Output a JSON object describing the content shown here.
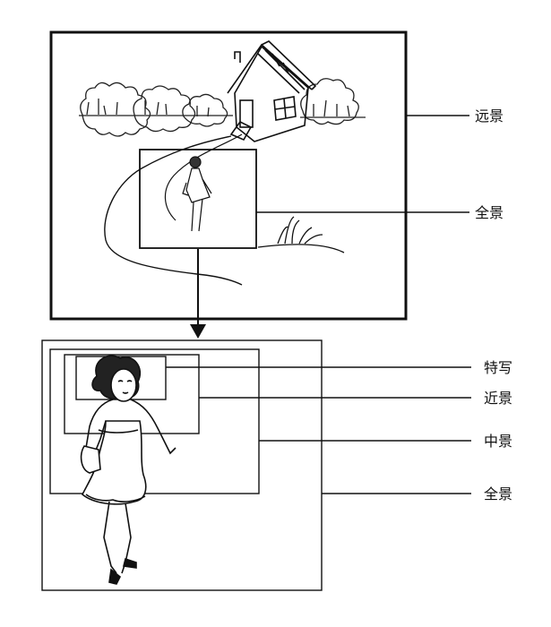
{
  "labels": {
    "far_shot": "远景",
    "full_shot_top": "全景",
    "close_up": "特写",
    "close_shot": "近景",
    "medium_shot": "中景",
    "full_shot_bottom": "全景"
  },
  "colors": {
    "line": "#111111",
    "background": "#ffffff"
  },
  "icons": [
    "house-sketch",
    "trees-sketch",
    "woman-figure-sketch",
    "grass-tuft-sketch",
    "down-arrow-icon"
  ]
}
